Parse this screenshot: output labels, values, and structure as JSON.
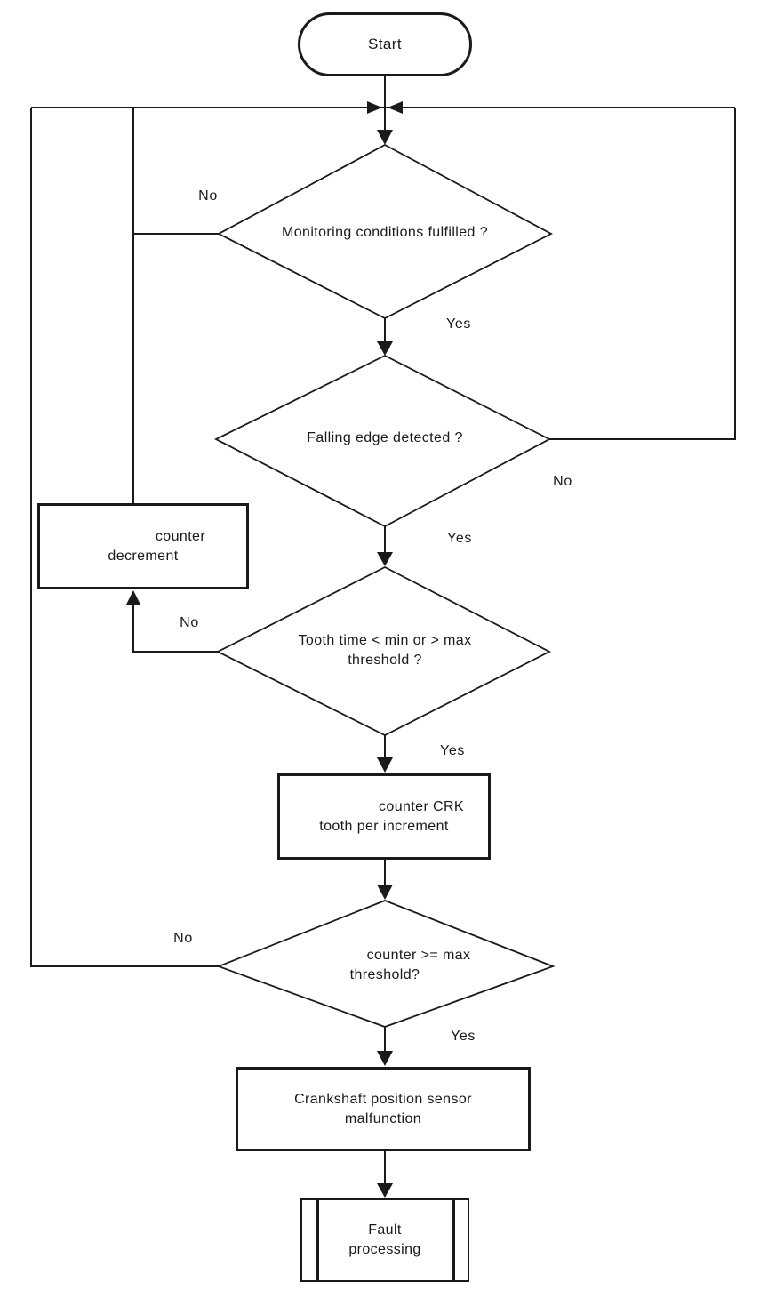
{
  "flowchart": {
    "colors": {
      "line": "#1a1a1a",
      "background": "#ffffff"
    },
    "nodes": {
      "start": {
        "type": "terminator",
        "label": "Start"
      },
      "monitoring": {
        "type": "decision",
        "label": "Monitoring conditions fulfilled ?"
      },
      "falling_edge": {
        "type": "decision",
        "label": "Falling edge detected ?"
      },
      "counter_decrement": {
        "type": "process",
        "line1": "counter",
        "line2": "decrement"
      },
      "tooth_time": {
        "type": "decision",
        "line1": "Tooth time < min or > max",
        "line2": "threshold ?"
      },
      "counter_crk": {
        "type": "process",
        "line1": "counter CRK",
        "line2": "tooth per increment"
      },
      "counter_max": {
        "type": "decision",
        "line1": "counter >= max",
        "line2": "threshold?"
      },
      "malfunction": {
        "type": "process",
        "line1": "Crankshaft position sensor",
        "line2": "malfunction"
      },
      "fault_processing": {
        "type": "predefined_process",
        "line1": "Fault",
        "line2": "processing"
      }
    },
    "edge_labels": {
      "monitoring_no": "No",
      "monitoring_yes": "Yes",
      "falling_no": "No",
      "falling_yes": "Yes",
      "tooth_no": "No",
      "tooth_yes": "Yes",
      "counter_no": "No",
      "counter_yes": "Yes"
    }
  }
}
